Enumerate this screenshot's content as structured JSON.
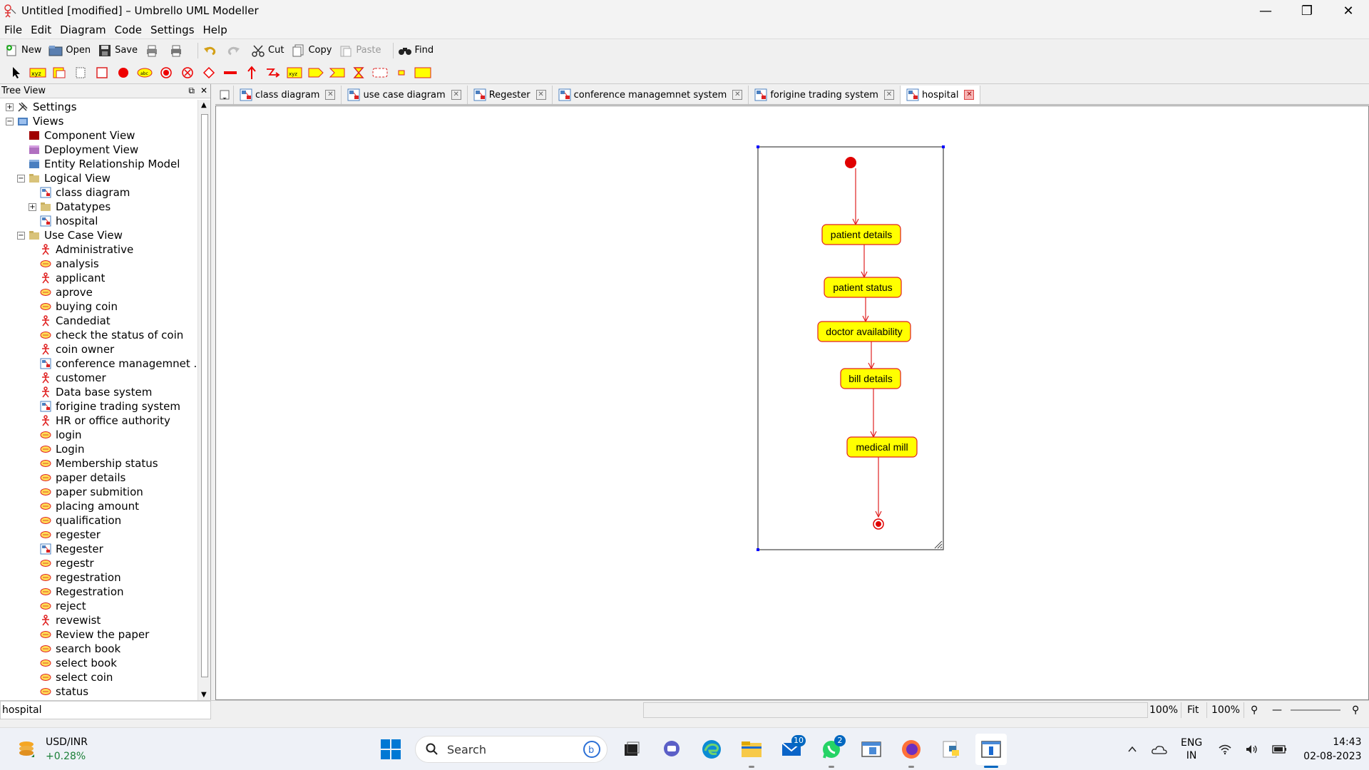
{
  "window": {
    "title": "Untitled [modified] – Umbrello UML Modeller"
  },
  "menu": [
    "File",
    "Edit",
    "Diagram",
    "Code",
    "Settings",
    "Help"
  ],
  "toolbar": {
    "new_label": "New",
    "open_label": "Open",
    "save_label": "Save",
    "cut_label": "Cut",
    "copy_label": "Copy",
    "paste_label": "Paste",
    "find_label": "Find"
  },
  "tree": {
    "header": "Tree View",
    "items": [
      {
        "label": "Settings",
        "icon": "settings-icon"
      },
      {
        "label": "Views",
        "icon": "views-icon"
      },
      {
        "label": "Component View",
        "icon": "component-view-icon"
      },
      {
        "label": "Deployment View",
        "icon": "deployment-view-icon"
      },
      {
        "label": "Entity Relationship Model",
        "icon": "entity-model-icon"
      },
      {
        "label": "Logical View",
        "icon": "folder-icon"
      },
      {
        "label": "class diagram",
        "icon": "diagram-icon"
      },
      {
        "label": "Datatypes",
        "icon": "folder-icon"
      },
      {
        "label": "hospital",
        "icon": "diagram-icon"
      },
      {
        "label": "Use Case View",
        "icon": "folder-icon"
      },
      {
        "label": "Administrative",
        "icon": "actor-icon"
      },
      {
        "label": "analysis",
        "icon": "usecase-icon"
      },
      {
        "label": "applicant",
        "icon": "actor-icon"
      },
      {
        "label": "aprove",
        "icon": "usecase-icon"
      },
      {
        "label": "buying coin",
        "icon": "usecase-icon"
      },
      {
        "label": "Candediat",
        "icon": "actor-icon"
      },
      {
        "label": "check the status of coin",
        "icon": "usecase-icon"
      },
      {
        "label": "coin owner",
        "icon": "actor-icon"
      },
      {
        "label": "conference managemnet ...",
        "icon": "diagram-icon"
      },
      {
        "label": "customer",
        "icon": "actor-icon"
      },
      {
        "label": "Data base system",
        "icon": "actor-icon"
      },
      {
        "label": "forigine trading system",
        "icon": "diagram-icon"
      },
      {
        "label": "HR or office authority",
        "icon": "actor-icon"
      },
      {
        "label": "login",
        "icon": "usecase-icon"
      },
      {
        "label": "Login",
        "icon": "usecase-icon"
      },
      {
        "label": "Membership status",
        "icon": "usecase-icon"
      },
      {
        "label": "paper details",
        "icon": "usecase-icon"
      },
      {
        "label": "paper submition",
        "icon": "usecase-icon"
      },
      {
        "label": "placing amount",
        "icon": "usecase-icon"
      },
      {
        "label": "qualification",
        "icon": "usecase-icon"
      },
      {
        "label": "regester",
        "icon": "usecase-icon"
      },
      {
        "label": "Regester",
        "icon": "diagram-icon"
      },
      {
        "label": "regestr",
        "icon": "usecase-icon"
      },
      {
        "label": "regestration",
        "icon": "usecase-icon"
      },
      {
        "label": "Regestration",
        "icon": "usecase-icon"
      },
      {
        "label": "reject",
        "icon": "usecase-icon"
      },
      {
        "label": "revewist",
        "icon": "actor-icon"
      },
      {
        "label": "Review the paper",
        "icon": "usecase-icon"
      },
      {
        "label": "search book",
        "icon": "usecase-icon"
      },
      {
        "label": "select book",
        "icon": "usecase-icon"
      },
      {
        "label": "select coin",
        "icon": "usecase-icon"
      },
      {
        "label": "status",
        "icon": "usecase-icon"
      }
    ]
  },
  "tabs": [
    {
      "label": "class diagram",
      "active": false
    },
    {
      "label": "use case diagram",
      "active": false
    },
    {
      "label": "Regester",
      "active": false
    },
    {
      "label": "conference managemnet system",
      "active": false
    },
    {
      "label": "forigine trading system",
      "active": false
    },
    {
      "label": "hospital",
      "active": true
    }
  ],
  "diagram": {
    "activities": [
      "patient details",
      "patient status",
      "doctor availability",
      "bill details",
      "medical mill"
    ],
    "colors": {
      "activity_fill": "#ffff00",
      "activity_border": "#e02020",
      "flow": "#e02020"
    }
  },
  "status": {
    "current": "hospital",
    "zoom1": "100%",
    "fit": "Fit",
    "zoom2": "100%"
  },
  "taskbar": {
    "ticker_name": "USD/INR",
    "ticker_change": "+0.28%",
    "search_placeholder": "Search",
    "mail_badge": "10",
    "whatsapp_badge": "2",
    "lang1": "ENG",
    "lang2": "IN",
    "time": "14:43",
    "date": "02-08-2023"
  }
}
